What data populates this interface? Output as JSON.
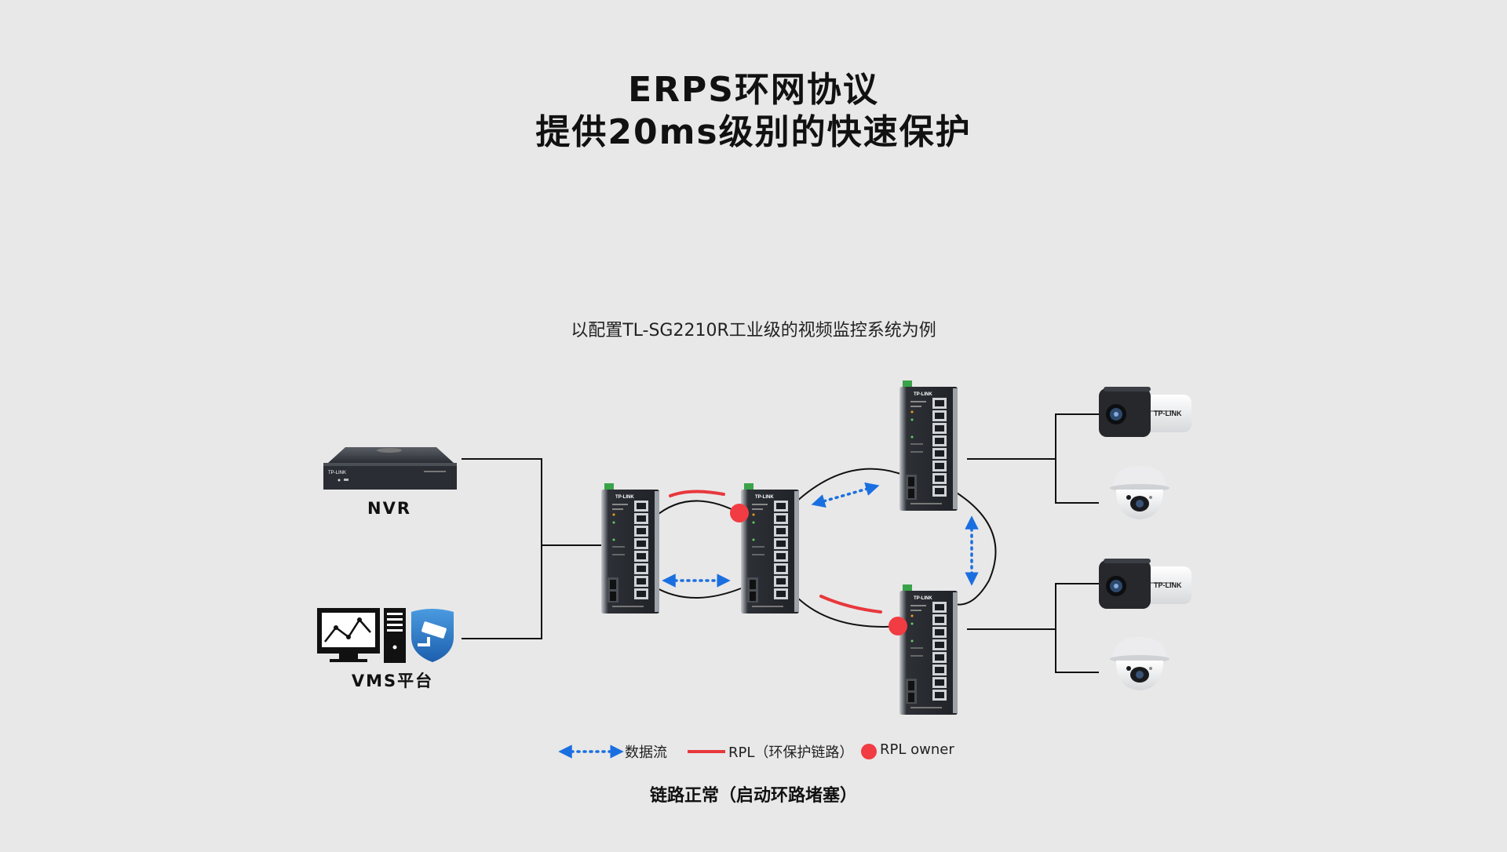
{
  "header": {
    "title_line1": "ERPS环网协议",
    "title_line2": "提供20ms级别的快速保护"
  },
  "subtitle": "以配置TL-SG2210R工业级的视频监控系统为例",
  "devices": {
    "nvr_label": "NVR",
    "vms_label": "VMS平台",
    "switch_brand": "TP-LINK",
    "camera_brand": "TP-LINK"
  },
  "legend": {
    "data_flow": "数据流",
    "rpl": "RPL（环保护链路）",
    "rpl_owner": "RPL owner"
  },
  "caption": "链路正常（启动环路堵塞）",
  "colors": {
    "background": "#e8e8e8",
    "data_flow": "#1a6fe0",
    "rpl": "#e8383d",
    "rpl_owner": "#f03c42",
    "line": "#111111"
  }
}
